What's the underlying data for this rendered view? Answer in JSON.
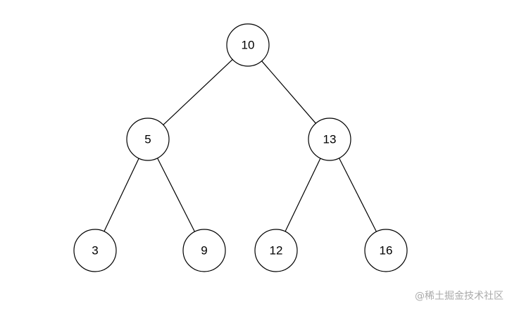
{
  "tree": {
    "nodes": [
      {
        "id": "n10",
        "label": "10"
      },
      {
        "id": "n5",
        "label": "5"
      },
      {
        "id": "n13",
        "label": "13"
      },
      {
        "id": "n3",
        "label": "3"
      },
      {
        "id": "n9",
        "label": "9"
      },
      {
        "id": "n12",
        "label": "12"
      },
      {
        "id": "n16",
        "label": "16"
      }
    ],
    "edges": [
      [
        "n10",
        "n5"
      ],
      [
        "n10",
        "n13"
      ],
      [
        "n5",
        "n3"
      ],
      [
        "n5",
        "n9"
      ],
      [
        "n13",
        "n12"
      ],
      [
        "n13",
        "n16"
      ]
    ]
  },
  "watermark": "@稀土掘金技术社区"
}
